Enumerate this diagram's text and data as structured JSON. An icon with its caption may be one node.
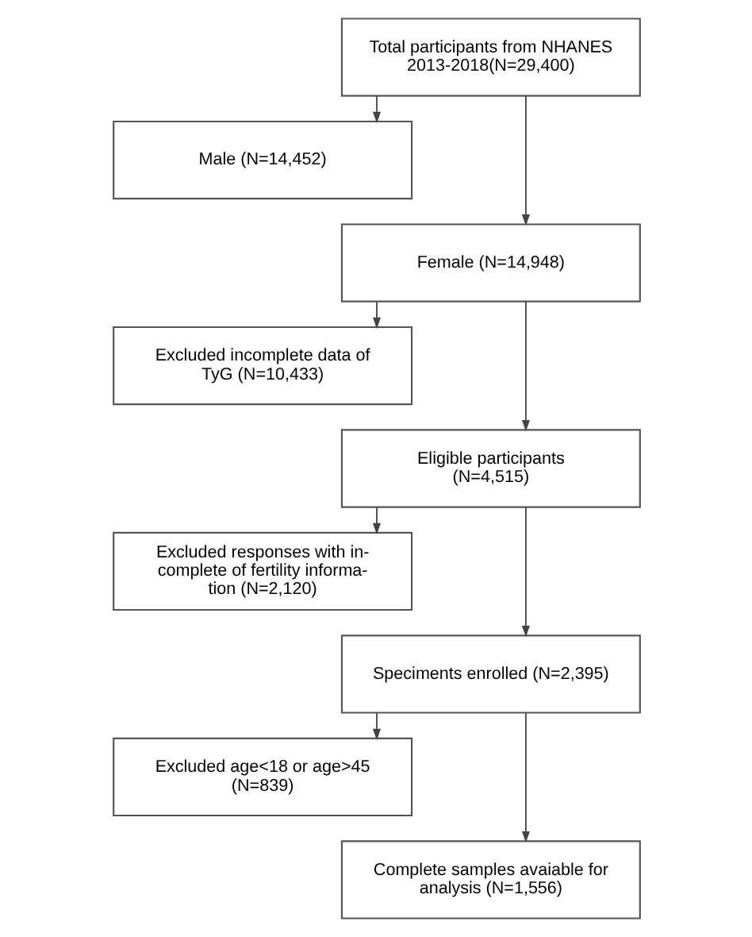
{
  "diagram": {
    "nodes": [
      {
        "text": [
          "Total participants from NHANES 2013-2018(N=29,400)"
        ]
      },
      {
        "text": [
          "Male (N=14,452)"
        ]
      },
      {
        "text": [
          "Female (N=14,948)"
        ]
      },
      {
        "text": [
          "Excluded incomplete data of TyG (N=10,433)"
        ]
      },
      {
        "text": [
          "Eligible participants (N=4,515)"
        ]
      },
      {
        "text": [
          "Excluded responses with in- complete of fertility informa- tion (N=2,120)"
        ]
      },
      {
        "text": [
          "Speciments enrolled (N=2,395)"
        ]
      },
      {
        "text": [
          "Excluded age<18 or age>45 (N=839)"
        ]
      },
      {
        "text": [
          "Complete samples avaiable for analysis (N=1,556)"
        ]
      }
    ],
    "edges": [
      {
        "from": 0,
        "to": 2,
        "arrow": "to"
      },
      {
        "from": 0,
        "to": 1,
        "arrow": "to"
      },
      {
        "from": 2,
        "to": 4,
        "arrow": "to"
      },
      {
        "from": 2,
        "to": 3,
        "arrow": "to"
      },
      {
        "from": 4,
        "to": 6,
        "arrow": "to"
      },
      {
        "from": 4,
        "to": 5,
        "arrow": "to"
      },
      {
        "from": 6,
        "to": 8,
        "arrow": "to"
      },
      {
        "from": 6,
        "to": 7,
        "arrow": "to"
      }
    ]
  }
}
